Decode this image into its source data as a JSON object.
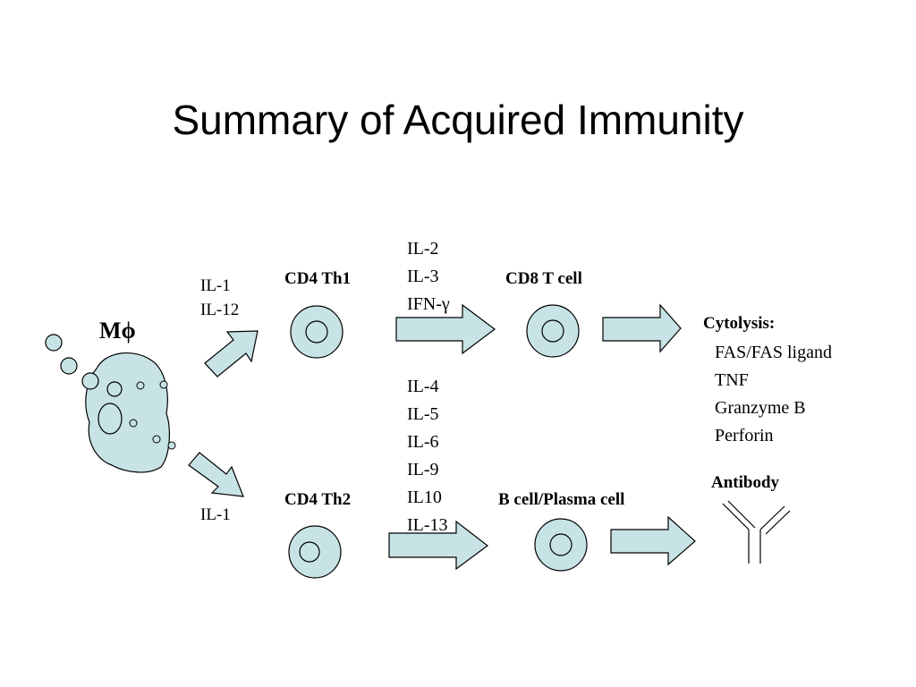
{
  "title": "Summary of Acquired Immunity",
  "colors": {
    "cell_fill": "#c7e3e6",
    "stroke": "#000000"
  },
  "labels": {
    "macrophage": "Mϕ",
    "cd4_th1": "CD4 Th1",
    "cd4_th2": "CD4 Th2",
    "cd8_t_cell": "CD8 T cell",
    "b_cell": "B cell/Plasma cell",
    "antibody": "Antibody"
  },
  "cytokines_to_th1": [
    "IL-1",
    "IL-12"
  ],
  "cytokines_to_th2": [
    "IL-1"
  ],
  "th1_cytokines": [
    "IL-2",
    "IL-3",
    "IFN-γ"
  ],
  "th2_cytokines": [
    "IL-4",
    "IL-5",
    "IL-6",
    "IL-9",
    "IL10",
    "IL-13"
  ],
  "cytolysis": {
    "heading": "Cytolysis:",
    "items": [
      "FAS/FAS ligand",
      "TNF",
      "Granzyme B",
      "Perforin"
    ]
  }
}
